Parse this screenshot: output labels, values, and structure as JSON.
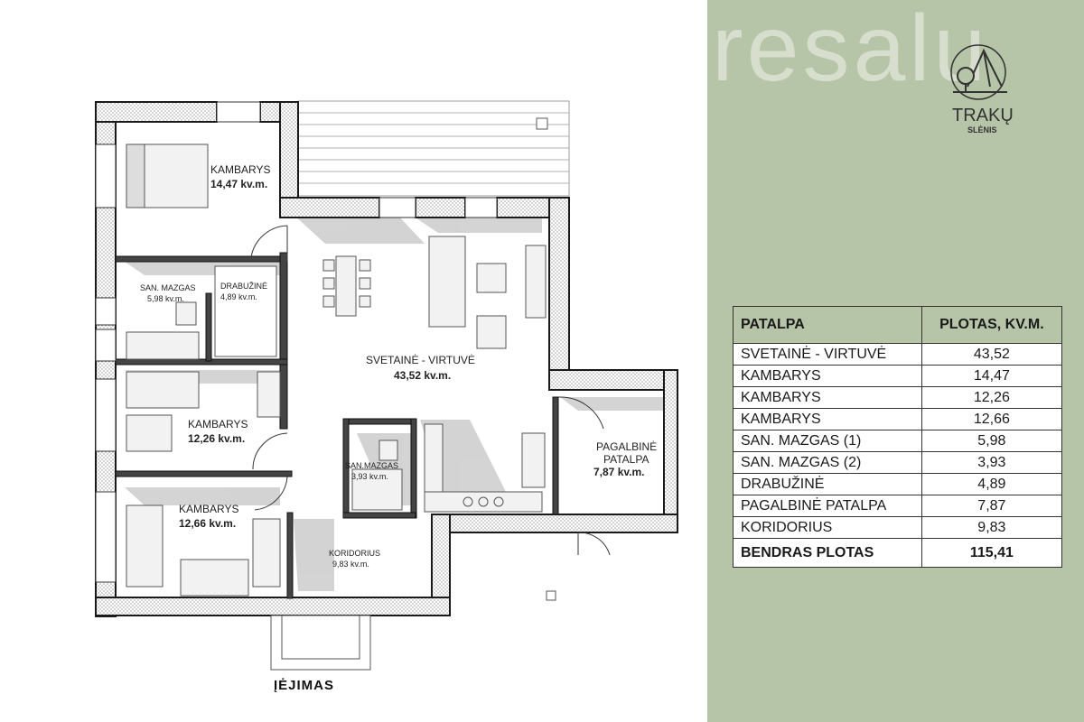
{
  "plan": {
    "rooms": {
      "bedroom1": {
        "name": "KAMBARYS",
        "area": "14,47 kv.m."
      },
      "bathroom1": {
        "name": "SAN. MAZGAS",
        "area": "5,98 kv.m."
      },
      "wardrobe": {
        "name": "DRABUŽINĖ",
        "area": "4,89 kv.m."
      },
      "living": {
        "name": "SVETAINĖ - VIRTUVĖ",
        "area": "43,52 kv.m."
      },
      "bedroom2": {
        "name": "KAMBARYS",
        "area": "12,26 kv.m."
      },
      "bathroom2": {
        "name": "SAN.MAZGAS",
        "area": "3,93 kv.m."
      },
      "utility": {
        "name_line1": "PAGALBINĖ",
        "name_line2": "PATALPA",
        "area": "7,87 kv.m."
      },
      "bedroom3": {
        "name": "KAMBARYS",
        "area": "12,66 kv.m."
      },
      "corridor": {
        "name": "KORIDORIUS",
        "area": "9,83 kv.m."
      }
    },
    "entrance_label": "ĮĖJIMAS"
  },
  "brand": {
    "watermark": "resalu",
    "logo_name": "TRAKŲ",
    "logo_sub": "SLĖNIS"
  },
  "table": {
    "header_room": "PATALPA",
    "header_area": "PLOTAS, KV.M.",
    "rows": [
      {
        "room": "SVETAINĖ - VIRTUVĖ",
        "area": "43,52"
      },
      {
        "room": "KAMBARYS",
        "area": "14,47"
      },
      {
        "room": "KAMBARYS",
        "area": "12,26"
      },
      {
        "room": "KAMBARYS",
        "area": "12,66"
      },
      {
        "room": "SAN. MAZGAS (1)",
        "area": "5,98"
      },
      {
        "room": "SAN. MAZGAS (2)",
        "area": "3,93"
      },
      {
        "room": "DRABUŽINĖ",
        "area": "4,89"
      },
      {
        "room": "PAGALBINĖ PATALPA",
        "area": "7,87"
      },
      {
        "room": "KORIDORIUS",
        "area": "9,83"
      }
    ],
    "total_label": "BENDRAS PLOTAS",
    "total_value": "115,41"
  },
  "colors": {
    "side_panel": "#b6c4a7",
    "wall": "#1a1a1a"
  }
}
